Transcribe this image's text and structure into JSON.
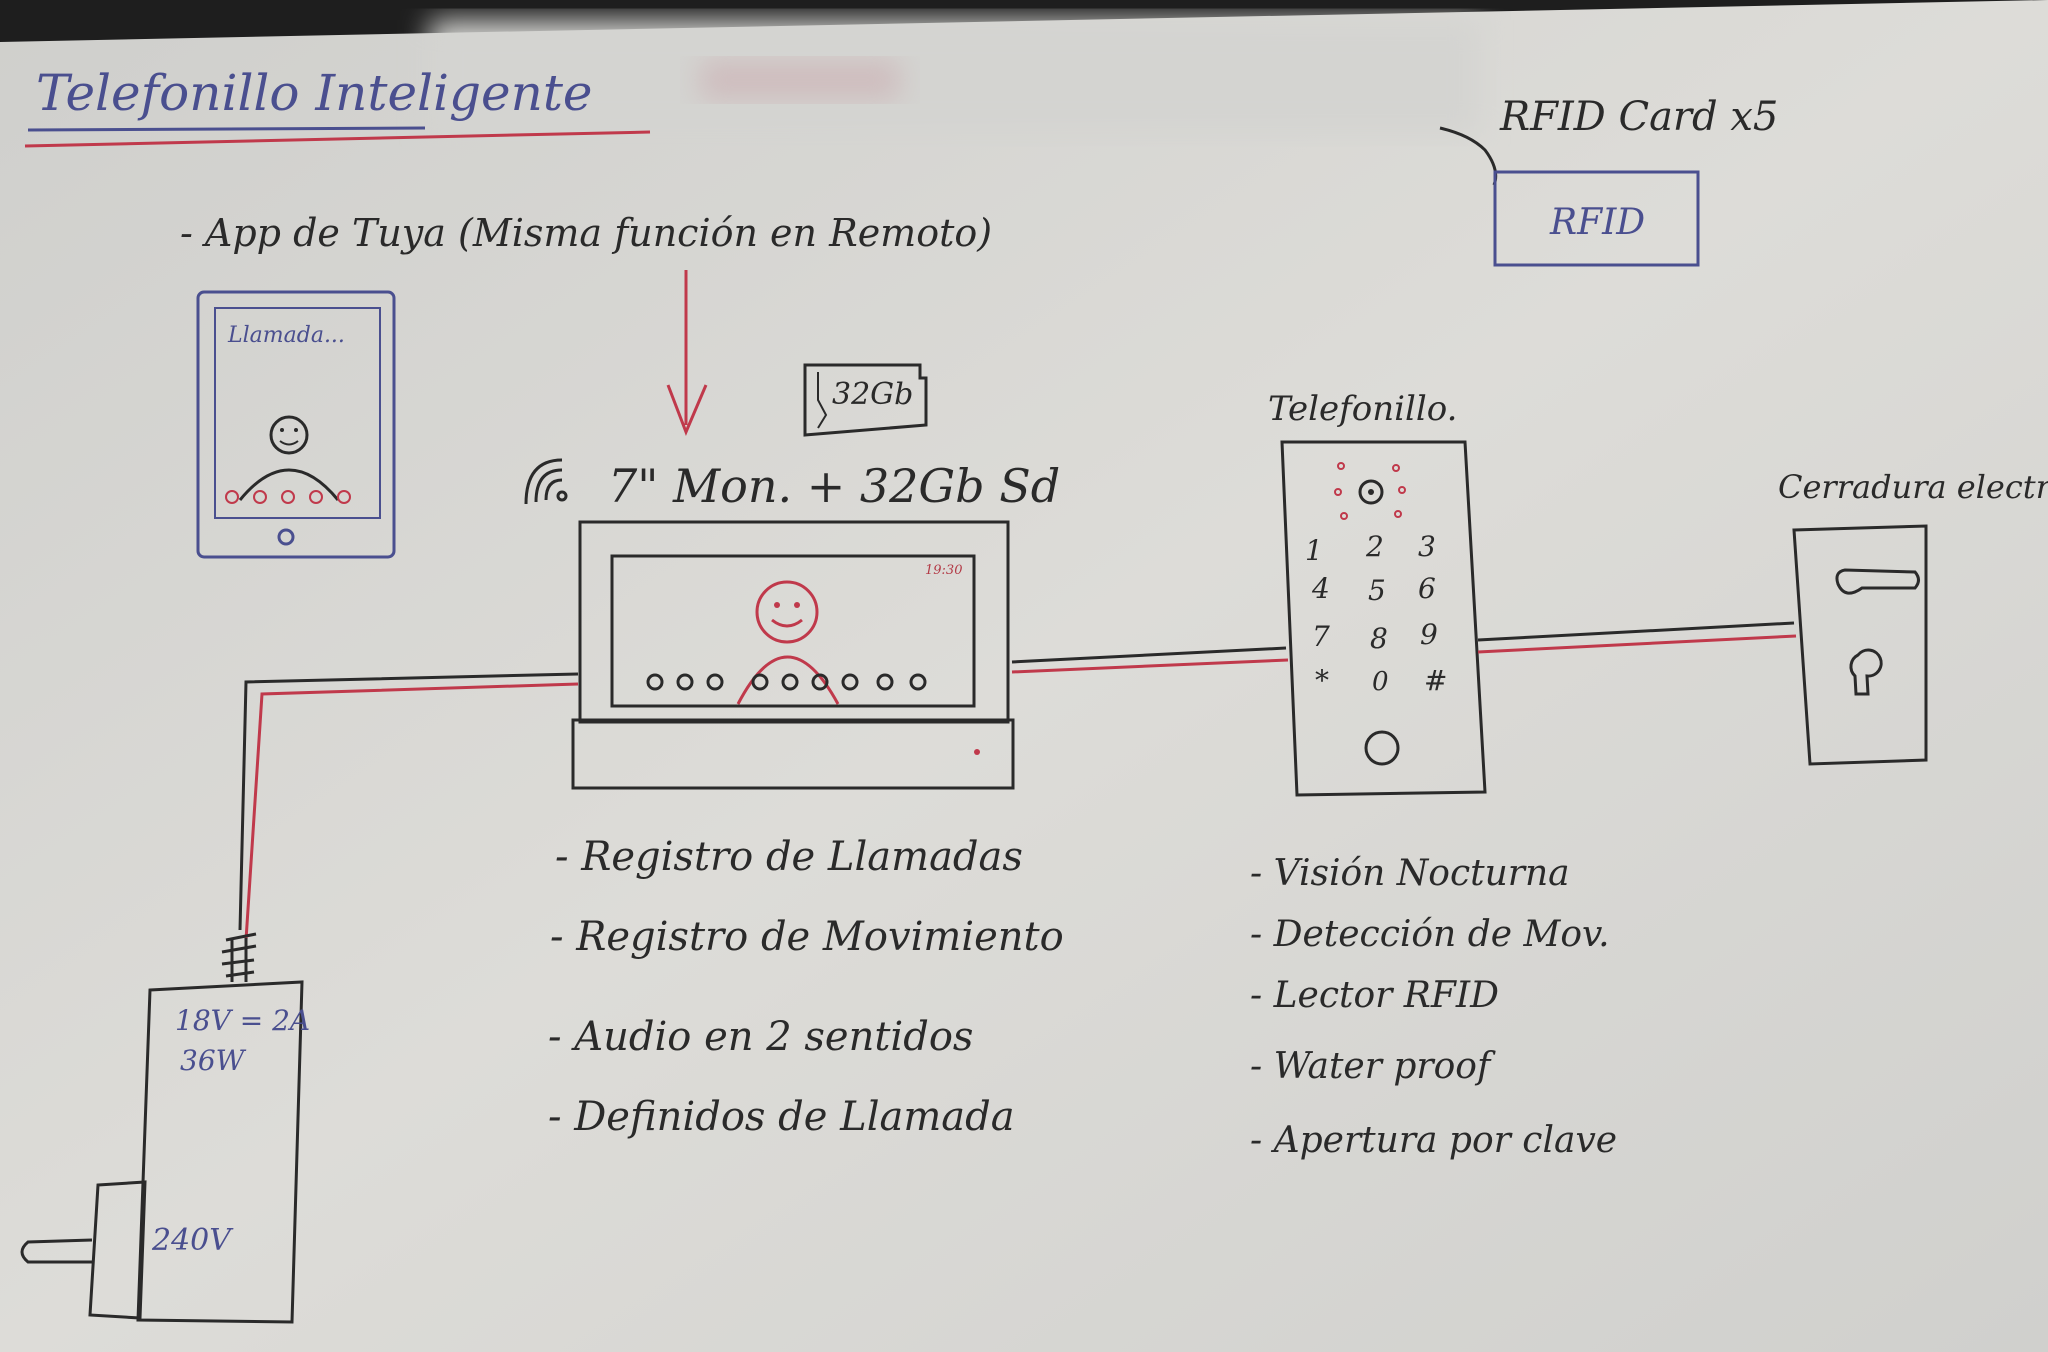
{
  "title": "Telefonillo Inteligente",
  "app": {
    "heading": "- App de Tuya (Misma función en Remoto)",
    "screen_text": "Llamada..."
  },
  "rfid": {
    "label": "RFID Card x5",
    "card_text": "RFID"
  },
  "sd_card": {
    "label": "32Gb"
  },
  "monitor": {
    "label": "7\" Mon. + 32Gb Sd",
    "clock": "19:30",
    "features": [
      "- Registro de Llamadas",
      "- Registro de Movimiento",
      "- Audio en 2 sentidos",
      "- Definidos de Llamada"
    ]
  },
  "door_station": {
    "label": "Telefonillo.",
    "keys": [
      "1",
      "2",
      "3",
      "4",
      "5",
      "6",
      "7",
      "8",
      "9",
      "*",
      "0",
      "#"
    ],
    "features": [
      "- Visión Nocturna",
      "- Detección de Mov.",
      "- Lector RFID",
      "- Water proof",
      "- Apertura por clave"
    ]
  },
  "lock": {
    "label": "Cerradura electrica"
  },
  "power_supply": {
    "output_line1": "18V = 2A",
    "output_line2": "36W",
    "input": "240V"
  },
  "colors": {
    "paper": "#dcdcd8",
    "ink": "#2a2a2a",
    "red_line": "#c0394b",
    "blue_ink": "#4a4f8f"
  }
}
